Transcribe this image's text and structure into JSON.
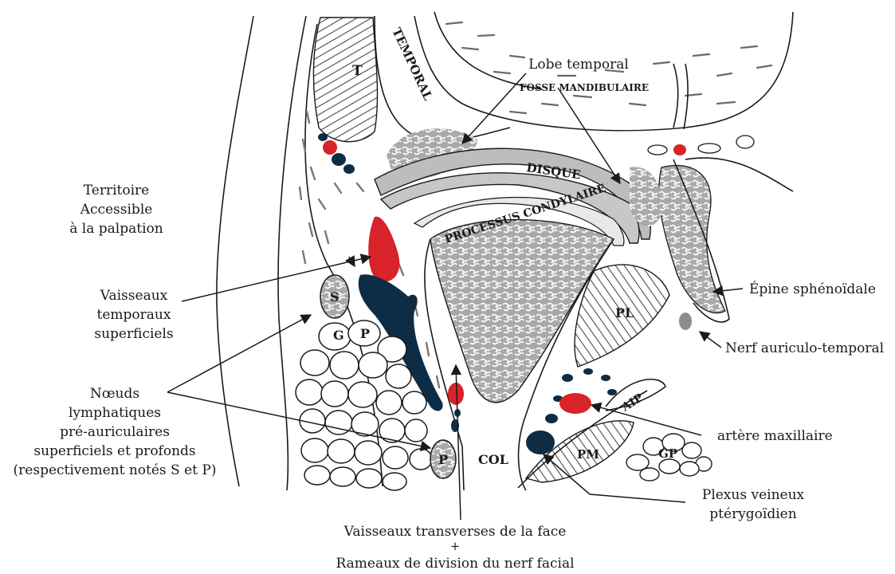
{
  "labels": {
    "lobe_temporal": "Lobe temporal",
    "fosse_mandibulaire": "FOSSE MANDIBULAIRE",
    "temporal_bone": "TEMPORAL",
    "disque": "DISQUE",
    "processus_condylaire": "PROCESSUS CONDYLAIRE",
    "territoire_line1": "Territoire",
    "territoire_line2": "Accessible",
    "territoire_line3": "à la palpation",
    "vaisseaux_line1": "Vaisseaux",
    "vaisseaux_line2": "temporaux",
    "vaisseaux_line3": "superficiels",
    "noeuds_line1": "Nœuds",
    "noeuds_line2": "lymphatiques",
    "noeuds_line3": "pré-auriculaires",
    "noeuds_line4": "superficiels et profonds",
    "noeuds_line5": "(respectivement notés S et P)",
    "epine": "Épine sphénoïdale",
    "nerf_auriculo": "Nerf auriculo-temporal",
    "artere_maxillaire": "artère maxillaire",
    "plexus_line1": "Plexus veineux",
    "plexus_line2": "ptérygoïdien",
    "transverses_line1": "Vaisseaux transverses de la face",
    "transverses_plus": "+",
    "transverses_line2": "Rameaux de division du nerf facial",
    "col": "COL",
    "tag_T": "T",
    "tag_S": "S",
    "tag_G": "G",
    "tag_P1": "P",
    "tag_P2": "P",
    "tag_PL": "PL",
    "tag_AIP": "AIP",
    "tag_PM": "PM",
    "tag_GP": "GP"
  },
  "colors": {
    "artery": "#d8232a",
    "vein": "#0d2c45",
    "bone": "#8c8c8c",
    "ink": "#1a1a1a"
  }
}
